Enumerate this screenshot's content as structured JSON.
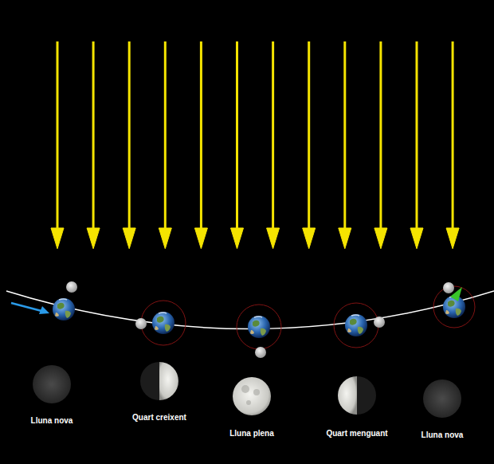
{
  "diagram": {
    "labels": [
      "Lluna nova",
      "Quart creixent",
      "Lluna plena",
      "Quart menguant",
      "Lluna nova"
    ]
  }
}
